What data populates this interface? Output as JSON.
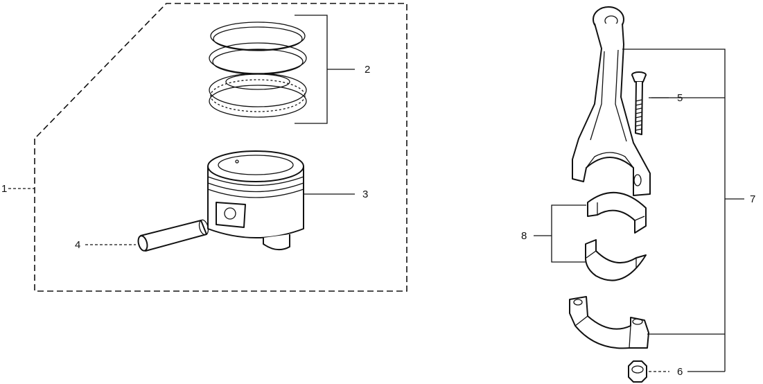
{
  "callouts": {
    "c1": "1",
    "c2": "2",
    "c3": "3",
    "c4": "4",
    "c5": "5",
    "c6": "6",
    "c7": "7",
    "c8": "8"
  },
  "parts": [
    "piston-assembly-kit",
    "piston-ring-set",
    "piston",
    "piston-pin",
    "connecting-rod-bolt",
    "connecting-rod-nut",
    "connecting-rod-assembly",
    "connecting-rod-bearing-set"
  ],
  "colors": {
    "line": "#111111",
    "background": "#ffffff"
  }
}
